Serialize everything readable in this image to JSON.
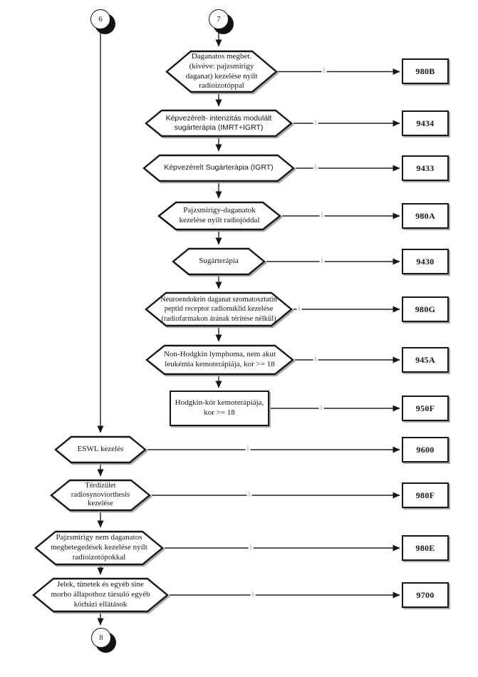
{
  "terminators": [
    {
      "label": "6"
    },
    {
      "label": "7"
    },
    {
      "label": "8"
    }
  ],
  "nodes": [
    {
      "label": "Daganatos megbet.\n(kivéve: pajzsmirigy\ndaganat) kezelése nyílt\nradioizotóppal",
      "code": "980B",
      "connector_label": "i",
      "shape": "hexagon"
    },
    {
      "label": "Képvezérelt- intenzitás modulált\nsugárterápia (IMRT+IGRT)",
      "code": "9434",
      "connector_label": "i",
      "shape": "hexagon"
    },
    {
      "label": "Képvezérelt Sugárterápia (IGRT)",
      "code": "9433",
      "connector_label": "i",
      "shape": "hexagon"
    },
    {
      "label": "Pajzsmirigy-daganatok\nkezelése nyílt radiojóddal",
      "code": "980A",
      "connector_label": "i",
      "shape": "hexagon"
    },
    {
      "label": "Sugárterápia",
      "code": "9430",
      "connector_label": "i",
      "shape": "hexagon"
    },
    {
      "label": "Neuroendokrin daganat szomatosztatin\npeptid receptor radionuklid kezelése\n(radiofarmakon árának térítése nélkül)",
      "code": "980G",
      "connector_label": "i",
      "shape": "hexagon"
    },
    {
      "label": "Non-Hodgkin lymphoma, nem akut\nleukémia kemoterápiája, kor >= 18",
      "code": "945A",
      "connector_label": "i",
      "shape": "hexagon"
    },
    {
      "label": "Hodgkin-kór kemoterápiája,\nkor >= 18",
      "code": "950F",
      "connector_label": "i",
      "shape": "rectangle"
    },
    {
      "label": "ESWL kezelés",
      "code": "9600",
      "connector_label": "i",
      "shape": "hexagon"
    },
    {
      "label": "Térdízület\nradiosynoviorthesis\nkezelése",
      "code": "980F",
      "connector_label": "i",
      "shape": "hexagon"
    },
    {
      "label": "Pajzsmirigy nem daganatos\nmegbetegedések kezelése nyílt\nradioizotópokkal",
      "code": "980E",
      "connector_label": "i",
      "shape": "hexagon"
    },
    {
      "label": "Jelek, tünetek és egyéb sine\nmorbo állapothoz társuló egyéb\nkórházi ellátások",
      "code": "9700",
      "connector_label": "i",
      "shape": "hexagon"
    }
  ],
  "colors": {
    "shape_border": "#161616",
    "shadow": "#ababab",
    "wire": "#222222",
    "wire_label": "#8a8a8a",
    "background": "#ffffff"
  }
}
